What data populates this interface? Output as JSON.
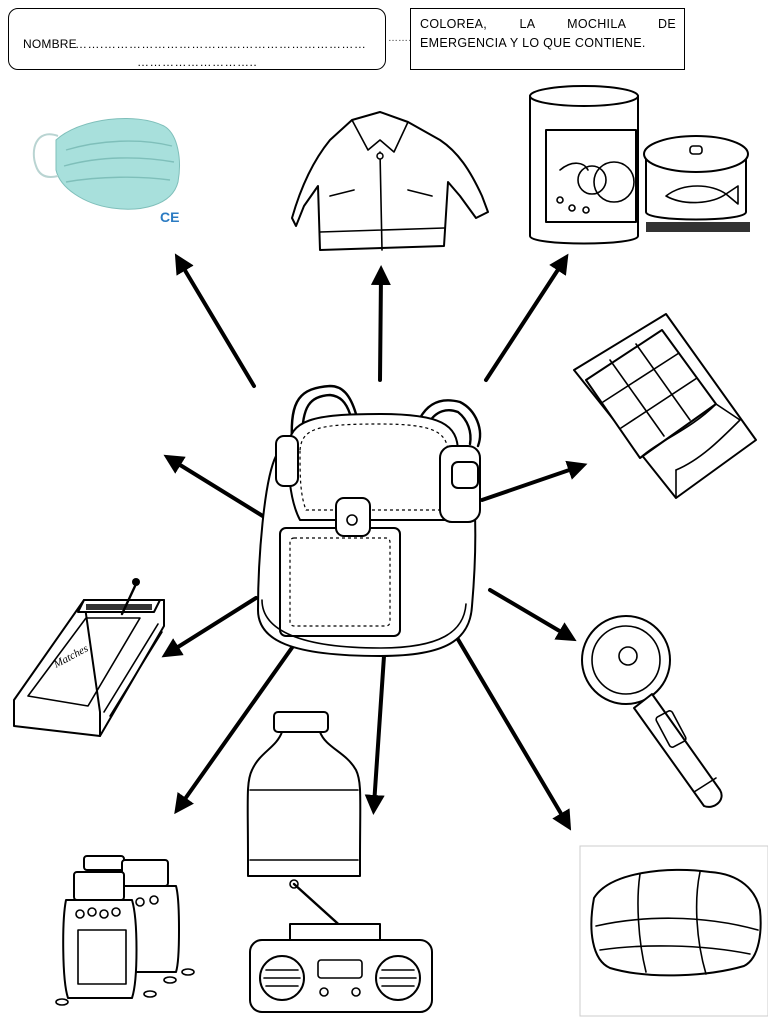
{
  "header": {
    "name_label": "NOMBRE",
    "name_dots_line1": "…….………………………………………………………",
    "name_dots_line2": "………………………..",
    "separator": "………",
    "instruction": "COLOREA, LA MOCHILA DE EMERGENCIA Y LO QUE CONTIENE."
  },
  "items": [
    {
      "icon": "face-mask-icon",
      "mark": "CE",
      "colors": {
        "mask": "#a8e0dc"
      }
    },
    {
      "icon": "jacket-icon"
    },
    {
      "icon": "canned-food-icon"
    },
    {
      "icon": "chocolate-bar-icon"
    },
    {
      "icon": "flashlight-icon"
    },
    {
      "icon": "blanket-icon"
    },
    {
      "icon": "radio-icon"
    },
    {
      "icon": "water-bottle-icon"
    },
    {
      "icon": "medicine-bottles-icon"
    },
    {
      "icon": "matchbox-icon",
      "label": "Matches"
    }
  ],
  "center": {
    "icon": "backpack-icon"
  },
  "colors": {
    "ink": "#000000",
    "mask": "#a8e0dc",
    "ce_mark": "#2b7bc2"
  }
}
